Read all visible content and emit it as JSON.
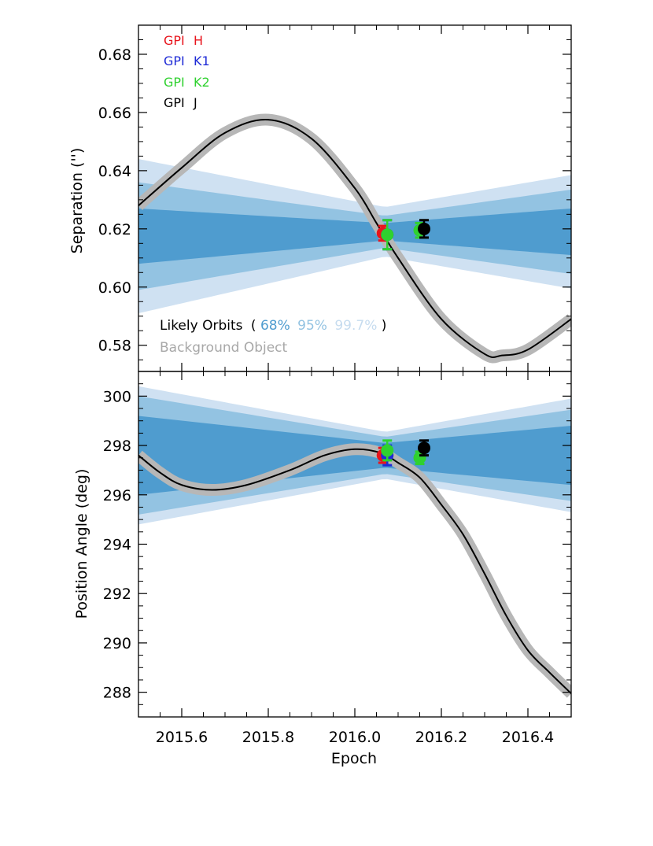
{
  "chart_data": [
    {
      "type": "line",
      "panel": "separation",
      "xlabel": "",
      "ylabel": "Separation ('')",
      "xlim": [
        2015.5,
        2016.5
      ],
      "ylim": [
        0.571,
        0.69
      ],
      "xticks": [
        2015.6,
        2015.8,
        2016.0,
        2016.2,
        2016.4
      ],
      "yticks": [
        0.58,
        0.6,
        0.62,
        0.64,
        0.66,
        0.68
      ],
      "ytick_labels": [
        "0.58",
        "0.60",
        "0.62",
        "0.64",
        "0.66",
        "0.68"
      ],
      "likely_orbits_bands": {
        "center": [
          [
            2015.5,
            0.6175
          ],
          [
            2015.7,
            0.618
          ],
          [
            2015.9,
            0.6185
          ],
          [
            2016.07,
            0.619
          ],
          [
            2016.2,
            0.619
          ],
          [
            2016.5,
            0.619
          ]
        ],
        "half_width_68": [
          [
            2015.5,
            0.0095
          ],
          [
            2016.07,
            0.003
          ],
          [
            2016.5,
            0.008
          ]
        ],
        "half_width_95": [
          [
            2015.5,
            0.0185
          ],
          [
            2016.07,
            0.0055
          ],
          [
            2016.5,
            0.0145
          ]
        ],
        "half_width_997": [
          [
            2015.5,
            0.0265
          ],
          [
            2016.07,
            0.0085
          ],
          [
            2016.5,
            0.0195
          ]
        ]
      },
      "background_object_track": [
        [
          2015.5,
          0.628
        ],
        [
          2015.6,
          0.641
        ],
        [
          2015.7,
          0.653
        ],
        [
          2015.8,
          0.6575
        ],
        [
          2015.9,
          0.651
        ],
        [
          2016.0,
          0.634
        ],
        [
          2016.05,
          0.622
        ],
        [
          2016.1,
          0.61
        ],
        [
          2016.2,
          0.589
        ],
        [
          2016.3,
          0.577
        ],
        [
          2016.34,
          0.5765
        ],
        [
          2016.4,
          0.5785
        ],
        [
          2016.5,
          0.589
        ]
      ],
      "series": [
        {
          "name": "GPI H",
          "x": [
            2016.065
          ],
          "y": [
            0.6185
          ],
          "yerr": [
            0.0025
          ]
        },
        {
          "name": "GPI K1",
          "x": [
            2016.075
          ],
          "y": [
            0.618
          ],
          "yerr": [
            0.005
          ]
        },
        {
          "name": "GPI K2",
          "x": [
            2016.075,
            2016.15
          ],
          "y": [
            0.618,
            0.6195
          ],
          "yerr": [
            0.005,
            0.0025
          ]
        },
        {
          "name": "GPI J",
          "x": [
            2016.16
          ],
          "y": [
            0.62
          ],
          "yerr": [
            0.003
          ]
        }
      ]
    },
    {
      "type": "line",
      "panel": "position_angle",
      "xlabel": "Epoch",
      "ylabel": "Position Angle (deg)",
      "xlim": [
        2015.5,
        2016.5
      ],
      "ylim": [
        287,
        301
      ],
      "xticks": [
        2015.6,
        2015.8,
        2016.0,
        2016.2,
        2016.4
      ],
      "xtick_labels": [
        "2015.6",
        "2015.8",
        "2016.0",
        "2016.2",
        "2016.4"
      ],
      "yticks": [
        288,
        290,
        292,
        294,
        296,
        298,
        300
      ],
      "ytick_labels": [
        "288",
        "290",
        "292",
        "294",
        "296",
        "298",
        "300"
      ],
      "likely_orbits_bands": {
        "center": [
          [
            2015.5,
            297.6
          ],
          [
            2016.07,
            297.6
          ],
          [
            2016.5,
            297.6
          ]
        ],
        "half_width_68": [
          [
            2015.5,
            1.6
          ],
          [
            2016.07,
            0.5
          ],
          [
            2016.5,
            1.2
          ]
        ],
        "half_width_95": [
          [
            2015.5,
            2.4
          ],
          [
            2016.07,
            0.75
          ],
          [
            2016.5,
            1.85
          ]
        ],
        "half_width_997": [
          [
            2015.5,
            2.8
          ],
          [
            2016.07,
            0.95
          ],
          [
            2016.5,
            2.3
          ]
        ]
      },
      "background_object_track": [
        [
          2015.5,
          297.6
        ],
        [
          2015.55,
          296.9
        ],
        [
          2015.6,
          296.4
        ],
        [
          2015.67,
          296.2
        ],
        [
          2015.75,
          296.4
        ],
        [
          2015.85,
          297.0
        ],
        [
          2015.93,
          297.6
        ],
        [
          2016.0,
          297.85
        ],
        [
          2016.06,
          297.7
        ],
        [
          2016.1,
          297.3
        ],
        [
          2016.15,
          296.7
        ],
        [
          2016.2,
          295.6
        ],
        [
          2016.25,
          294.4
        ],
        [
          2016.3,
          292.8
        ],
        [
          2016.35,
          291.1
        ],
        [
          2016.4,
          289.7
        ],
        [
          2016.45,
          288.8
        ],
        [
          2016.5,
          287.95
        ]
      ],
      "series": [
        {
          "name": "GPI H",
          "x": [
            2016.065
          ],
          "y": [
            297.6
          ],
          "yerr": [
            0.3
          ]
        },
        {
          "name": "GPI K1",
          "x": [
            2016.075
          ],
          "y": [
            297.6
          ],
          "yerr": [
            0.4
          ]
        },
        {
          "name": "GPI K2",
          "x": [
            2016.075,
            2016.15
          ],
          "y": [
            297.8,
            297.5
          ],
          "yerr": [
            0.4,
            0.25
          ]
        },
        {
          "name": "GPI J",
          "x": [
            2016.16
          ],
          "y": [
            297.9
          ],
          "yerr": [
            0.3
          ]
        }
      ]
    }
  ],
  "legend": {
    "items": [
      {
        "label_a": "GPI",
        "label_b": "H",
        "color": "#e8141c"
      },
      {
        "label_a": "GPI",
        "label_b": "K1",
        "color": "#1f2bd6"
      },
      {
        "label_a": "GPI",
        "label_b": "K2",
        "color": "#2fd12f"
      },
      {
        "label_a": "GPI",
        "label_b": "J",
        "color": "#000000"
      }
    ],
    "likely_orbits_label": "Likely Orbits",
    "open_paren": "(",
    "close_paren": ")",
    "pct_68": "68%",
    "pct_95": "95%",
    "pct_997": "99.7%",
    "background_label": "Background Object"
  },
  "colors": {
    "band_68": "#4f9ccf",
    "band_95": "#93c3e2",
    "band_997": "#cfe1f2",
    "track_fill": "#b7b7b7",
    "track_line": "#000000",
    "pct_68": "#4f9ccf",
    "pct_95": "#93c3e2",
    "pct_997": "#c6dcef",
    "background_label": "#a8a8a8"
  }
}
